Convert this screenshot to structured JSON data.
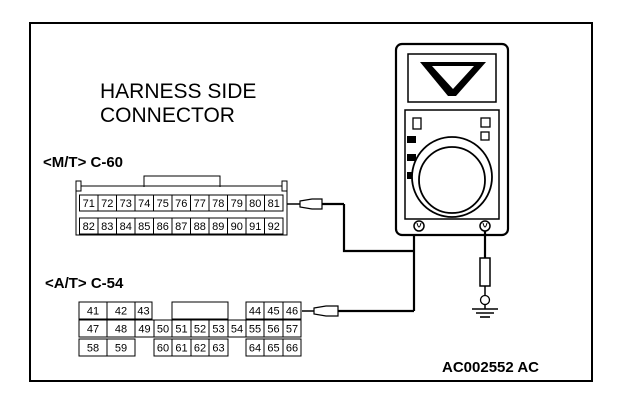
{
  "heading_line1": "HARNESS SIDE",
  "heading_line2": "CONNECTOR",
  "mt_label": "<M/T> C-60",
  "at_label": "<A/T> C-54",
  "figure_id": "AC002552 AC",
  "c60": {
    "row1": [
      "71",
      "72",
      "73",
      "74",
      "75",
      "76",
      "77",
      "78",
      "79",
      "80",
      "81"
    ],
    "row2": [
      "82",
      "83",
      "84",
      "85",
      "86",
      "87",
      "88",
      "89",
      "90",
      "91",
      "92"
    ]
  },
  "c54": {
    "row1_left": [
      "41",
      "42",
      "43"
    ],
    "row1_right": [
      "44",
      "45",
      "46"
    ],
    "row2": [
      "47",
      "48",
      "49",
      "50",
      "51",
      "52",
      "53",
      "54",
      "55",
      "56",
      "57"
    ],
    "row3_left": [
      "58",
      "59"
    ],
    "row3_mid": [
      "60",
      "61",
      "62",
      "63"
    ],
    "row3_right": [
      "64",
      "65",
      "66"
    ]
  },
  "colors": {
    "ink": "#000000",
    "background": "#ffffff"
  }
}
